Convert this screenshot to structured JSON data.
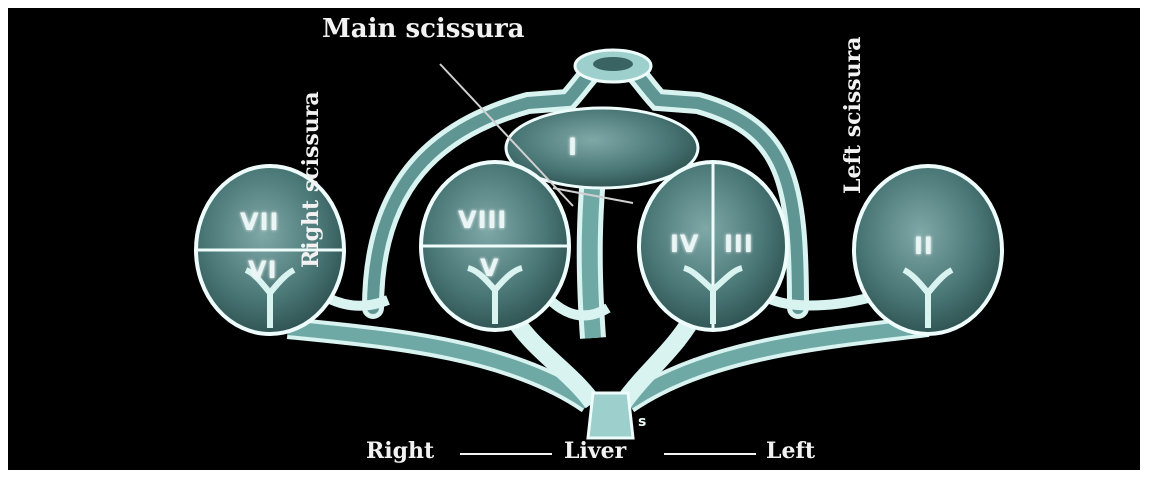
{
  "labels": {
    "main_scissura": "Main scissura",
    "right_scissura": "Right scissura",
    "left_scissura": "Left scissura",
    "footer_right": "Right",
    "footer_liver": "Liver",
    "footer_left": "Left"
  },
  "segments": {
    "I": "I",
    "II": "II",
    "III": "III",
    "IV": "IV",
    "V": "V",
    "VI": "VI",
    "VII": "VII",
    "VIII": "VIII"
  },
  "colors": {
    "background": "#000000",
    "vessel_fill": "#9fd3d0",
    "vessel_stroke": "#e6fbfa",
    "lobe_fill": "#3e6c6b",
    "lobe_stroke": "#eefcfb",
    "text": "#f2f2f2"
  }
}
